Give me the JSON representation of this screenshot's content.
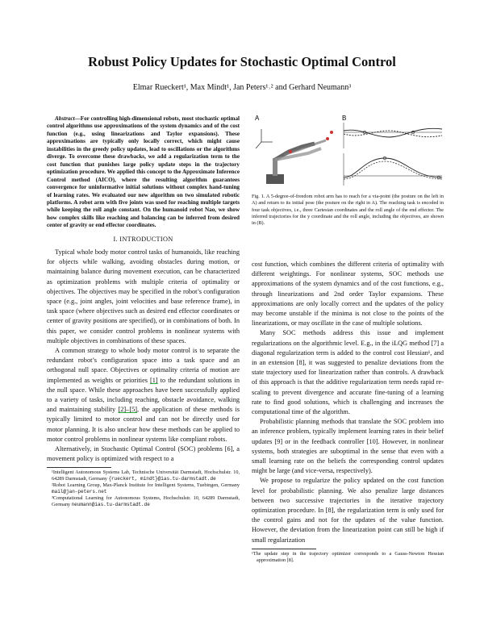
{
  "paper": {
    "title": "Robust Policy Updates for Stochastic Optimal Control",
    "authors": "Elmar Rueckert¹, Max Mindt¹, Jan Peters¹˒² and Gerhard Neumann³"
  },
  "abstract": {
    "label": "Abstract",
    "text": "—For controlling high-dimensional robots, most stochastic optimal control algorithms use approximations of the system dynamics and of the cost function (e.g., using linearizations and Taylor expansions). These approximations are typically only locally correct, which might cause instabilities in the greedy policy updates, lead to oscillations or the algorithms diverge. To overcome these drawbacks, we add a regularization term to the cost function that punishes large policy update steps in the trajectory optimization procedure. We applied this concept to the Approximate Inference Control method (AICO), where the resulting algorithm guarantees convergence for uninformative initial solutions without complex hand-tuning of learning rates. We evaluated our new algorithm on two simulated robotic platforms. A robot arm with five joints was used for reaching multiple targets while keeping the roll angle constant. On the humanoid robot Nao, we show how complex skills like reaching and balancing can be inferred from desired center of gravity or end effector coordinates."
  },
  "section1": {
    "heading": "I. INTRODUCTION"
  },
  "left_paragraphs": {
    "p1": "Typical whole body motor control tasks of humanoids, like reaching for objects while walking, avoiding obstacles during motion, or maintaining balance during movement execution, can be characterized as optimization problems with multiple criteria of optimality or objectives. The objectives may be specified in the robot’s configuration space (e.g., joint angles, joint velocities and base reference frame), in task space (where objectives such as desired end effector coordinates or center of gravity positions are specified), or in combinations of both. In this paper, we consider control problems in nonlinear systems with multiple objectives in combinations of these spaces.",
    "p2a": "A common strategy to whole body motor control is to separate the redundant robot’s configuration space into a task space and an orthogonal null space. Objectives or optimality criteria of motion are implemented as weights or priorities ",
    "p2ref1": "[1]",
    "p2b": " to the redundant solutions in the null space. While these approaches have been successfully applied to a variety of tasks, including reaching, obstacle avoidance, walking and maintaining stability ",
    "p2ref2": "[2]–[5]",
    "p2c": ", the application of these methods is typically limited to motor control and can not be directly used for motor planning. It is also unclear how these methods can be applied to motor control problems in nonlinear systems like compliant robots.",
    "p3": "Alternatively, in Stochastic Optimal Control (SOC) problems [6], a movement policy is optimized with respect to a"
  },
  "footnotes": {
    "f1a": "¹Intelligent Autonomous Systems Lab, Technische Universität Darmstadt, Hochschulstr. 10, 64289 Darmstadt, Germany ",
    "f1b": "{rueckert, mindt}@ias.tu-darmstadt.de",
    "f2a": "²Robot Learning Group, Max-Planck Institute for Intelligent Systems, Tuebingen, Germany ",
    "f2b": "mail@jan-peters.net",
    "f3a": "³Computational Learning for Autonomous Systems, Hochschulstr. 10, 64289 Darmstadt, Germany ",
    "f3b": "neumann@ias.tu-darmstadt.de",
    "f4": "¹The update step in the trajectory optimizer corresponds to a Gauss-Newton Hessian approximation [8]."
  },
  "figure": {
    "panel_a": "A",
    "panel_b": "B",
    "caption": "Fig. 1.   A 5-degree-of-freedom robot arm has to reach for a via-point (the posture on the left in A) and return to its initial pose (the posture on the right in A). The reaching task is encoded in four task objectives, i.e., three Cartesian coordinates and the roll angle of the end effector. The inferred trajectories for the y coordinate and the roll angle, including the objectives, are shown in (B)."
  },
  "right_paragraphs": {
    "r1": "cost function, which combines the different criteria of optimality with different weightings. For nonlinear systems, SOC methods use approximations of the system dynamics and of the cost functions, e.g., through linearizations and 2nd order Taylor expansions. These approximations are only locally correct and the updates of the policy may become unstable if the minima is not close to the points of the linearizations, or may oscillate in the case of multiple solutions.",
    "r2": "Many SOC methods address this issue and implement regularizations on the algorithmic level. E.g., in the iLQG method [7] a diagonal regularization term is added to the control cost Hessian¹, and in an extension [8], it was suggested to penalize deviations from the state trajectory used for linearization rather than controls. A drawback of this approach is that the additive regularization term needs rapid re-scaling to prevent divergence and accurate fine-tuning of a learning rate to find good solutions, which is challenging and increases the computational time of the algorithm.",
    "r3": "Probabilistic planning methods that translate the SOC problem into an inference problem, typically implement learning rates in their belief updates [9] or in the feedback controller [10]. However, in nonlinear systems, both strategies are suboptimal in the sense that even with a small learning rate on the beliefs the corresponding control updates might be large (and vice-versa, respectively).",
    "r4": "We propose to regularize the policy updated on the cost function level for probabilistic planning. We also penalize large distances between two successive trajectories in the iterative trajectory optimization procedure. In [8], the regularization term is only used for the control gains and not for the updates of the value function. However, the deviation from the linearization point can still be high if small regularization"
  }
}
